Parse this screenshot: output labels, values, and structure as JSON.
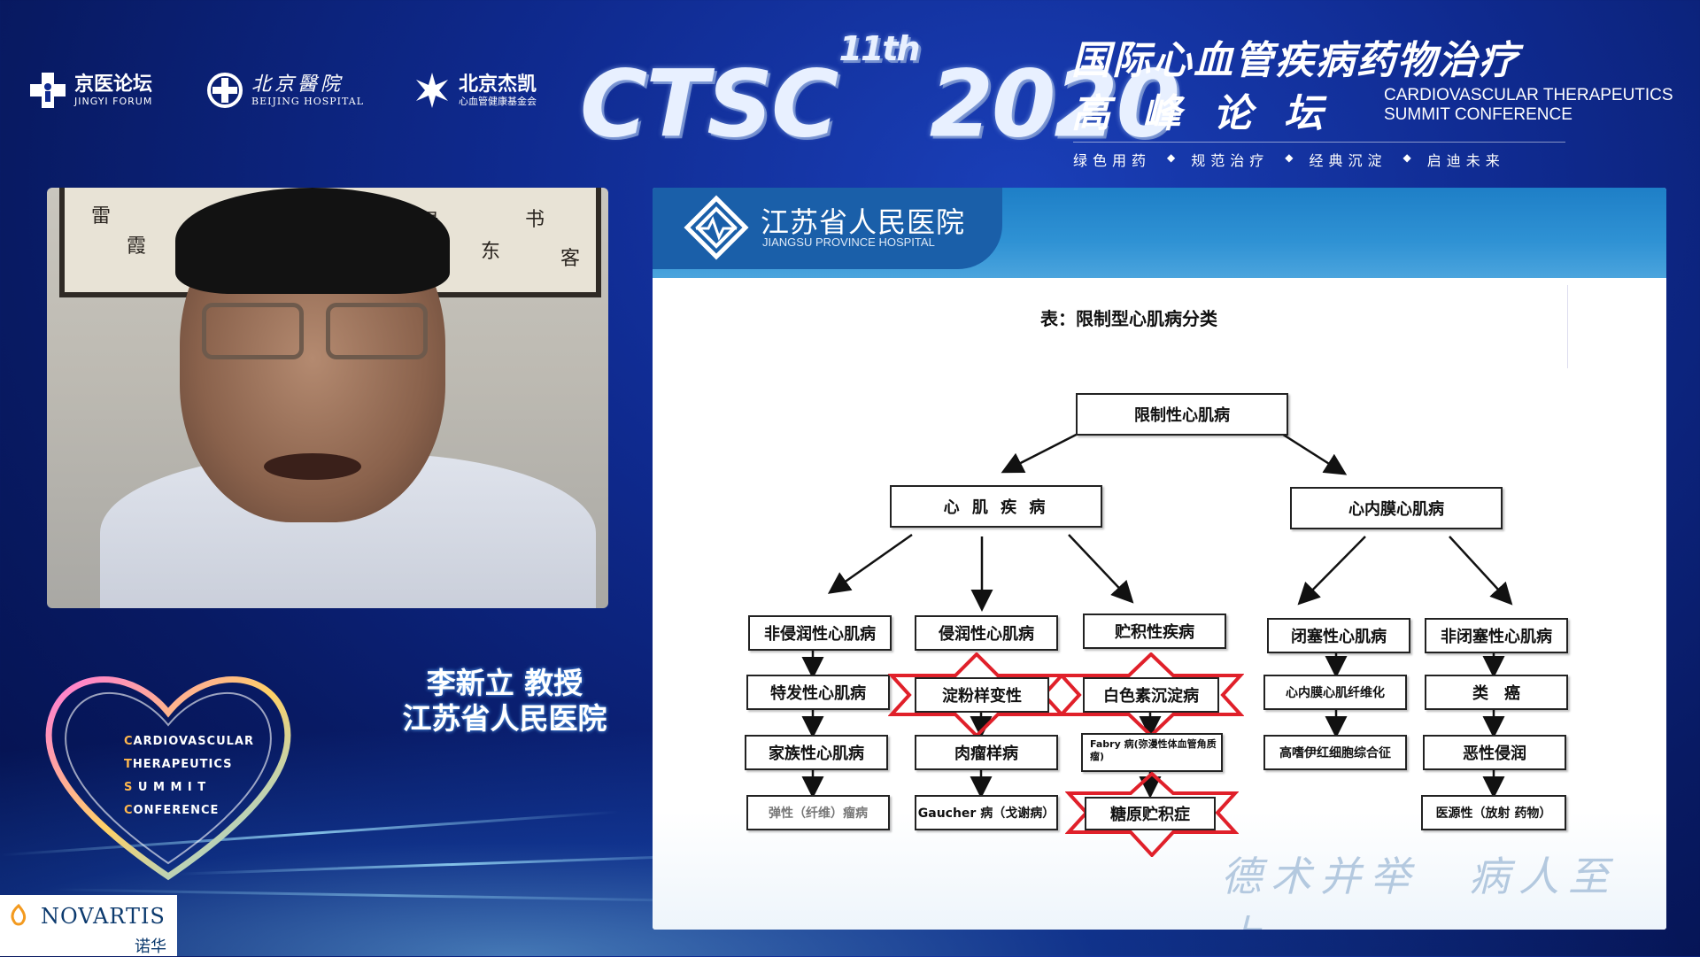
{
  "header": {
    "logos": [
      {
        "main": "京医论坛",
        "sub": "JINGYI FORUM"
      },
      {
        "main": "北京醫院",
        "sub": "BEIJING HOSPITAL"
      },
      {
        "main": "北京杰凯",
        "sub": "心血管健康基金会"
      }
    ],
    "event": {
      "name": "CTSC",
      "edition": "11th",
      "year": "2020"
    },
    "title_cn_line1": "国际心血管疾病药物治疗",
    "title_cn_line2": "高峰论坛",
    "title_en_line1": "CARDIOVASCULAR THERAPEUTICS",
    "title_en_line2": "SUMMIT CONFERENCE",
    "slogans": [
      "绿色用药",
      "规范治疗",
      "经典沉淀",
      "启迪未来"
    ],
    "slogan_separator": "◆"
  },
  "speaker": {
    "name": "李新立 教授",
    "hospital": "江苏省人民医院",
    "video_calligraphy": [
      "雷",
      "霞",
      "绿",
      "东",
      "书",
      "客"
    ]
  },
  "conference_logo": {
    "lines": [
      {
        "accent": "C",
        "rest": "ARDIOVASCULAR"
      },
      {
        "accent": "T",
        "rest": "HERAPEUTICS"
      },
      {
        "accent": "S",
        "rest": " U M M I T"
      },
      {
        "accent": "C",
        "rest": "ONFERENCE"
      }
    ]
  },
  "sponsor": {
    "name": "NOVARTIS",
    "name_cn": "诺华"
  },
  "slide": {
    "hospital_cn": "江苏省人民医院",
    "hospital_en": "JIANGSU PROVINCE HOSPITAL",
    "table_title": "表：限制型心肌病分类",
    "root": "限制性心肌病",
    "level1": {
      "left": "心 肌 疾 病",
      "right": "心内膜心肌病"
    },
    "columns": {
      "col1": [
        "非侵润性心肌病",
        "特发性心肌病",
        "家族性心肌病",
        "弹性（纤维）瘤病"
      ],
      "col2": [
        "侵润性心肌病",
        "淀粉样变性",
        "肉瘤样病",
        "Gaucher 病（戈谢病）"
      ],
      "col3": [
        "贮积性疾病",
        "白色素沉淀病",
        "Fabry 病(弥漫性体血管角质瘤)",
        "糖原贮积症"
      ],
      "col4": [
        "闭塞性心肌病",
        "心内膜心肌纤维化",
        "高嗜伊红细胞综合征"
      ],
      "col5": [
        "非闭塞性心肌病",
        "类　癌",
        "恶性侵润",
        "医源性（放射 药物）"
      ]
    },
    "watermark": "德术并举　病人至上"
  }
}
